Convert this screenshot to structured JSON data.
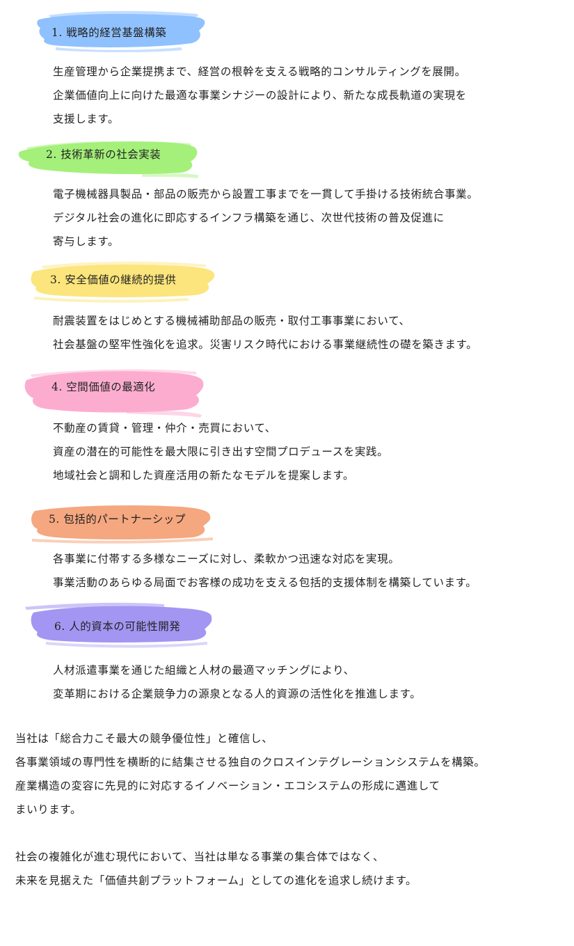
{
  "sections": [
    {
      "heading": "1. 戦略的経営基盤構築",
      "color": "#8fc1ff",
      "lines": [
        "生産管理から企業提携まで、経営の根幹を支える戦略的コンサルティングを展開。",
        "企業価値向上に向けた最適な事業シナジーの設計により、新たな成長軌道の実現を",
        "支援します。"
      ]
    },
    {
      "heading": "2. 技術革新の社会実装",
      "color": "#a4f07a",
      "lines": [
        "電子機械器具製品・部品の販売から設置工事までを一貫して手掛ける技術統合事業。",
        "デジタル社会の進化に即応するインフラ構築を通じ、次世代技術の普及促進に",
        "寄与します。"
      ]
    },
    {
      "heading": "3. 安全価値の継続的提供",
      "color": "#fbe57c",
      "lines": [
        "耐震装置をはじめとする機械補助部品の販売・取付工事事業において、",
        "社会基盤の堅牢性強化を追求。災害リスク時代における事業継続性の礎を築きます。"
      ]
    },
    {
      "heading": "4. 空間価値の最適化",
      "color": "#fcadcf",
      "lines": [
        "不動産の賃貸・管理・仲介・売買において、",
        "資産の潜在的可能性を最大限に引き出す空間プロデュースを実践。",
        "地域社会と調和した資産活用の新たなモデルを提案します。"
      ]
    },
    {
      "heading": "5. 包括的パートナーシップ",
      "color": "#f5a77f",
      "lines": [
        "各事業に付帯する多様なニーズに対し、柔軟かつ迅速な対応を実現。",
        "事業活動のあらゆる局面でお客様の成功を支える包括的支援体制を構築しています。"
      ]
    },
    {
      "heading": "6. 人的資本の可能性開発",
      "color": "#a296f2",
      "lines": [
        "人材派遣事業を通じた組織と人材の最適マッチングにより、",
        "変革期における企業競争力の源泉となる人的資源の活性化を推進します。"
      ]
    }
  ],
  "closing": {
    "paragraph1": [
      "当社は「総合力こそ最大の競争優位性」と確信し、",
      "各事業領域の専門性を横断的に結集させる独自のクロスインテグレーションシステムを構築。",
      "産業構造の変容に先見的に対応するイノベーション・エコシステムの形成に邁進して",
      "まいります。"
    ],
    "paragraph2": [
      "社会の複雑化が進む現代において、当社は単なる事業の集合体ではなく、",
      "未来を見据えた「価値共創プラットフォーム」としての進化を追求し続けます。"
    ]
  }
}
